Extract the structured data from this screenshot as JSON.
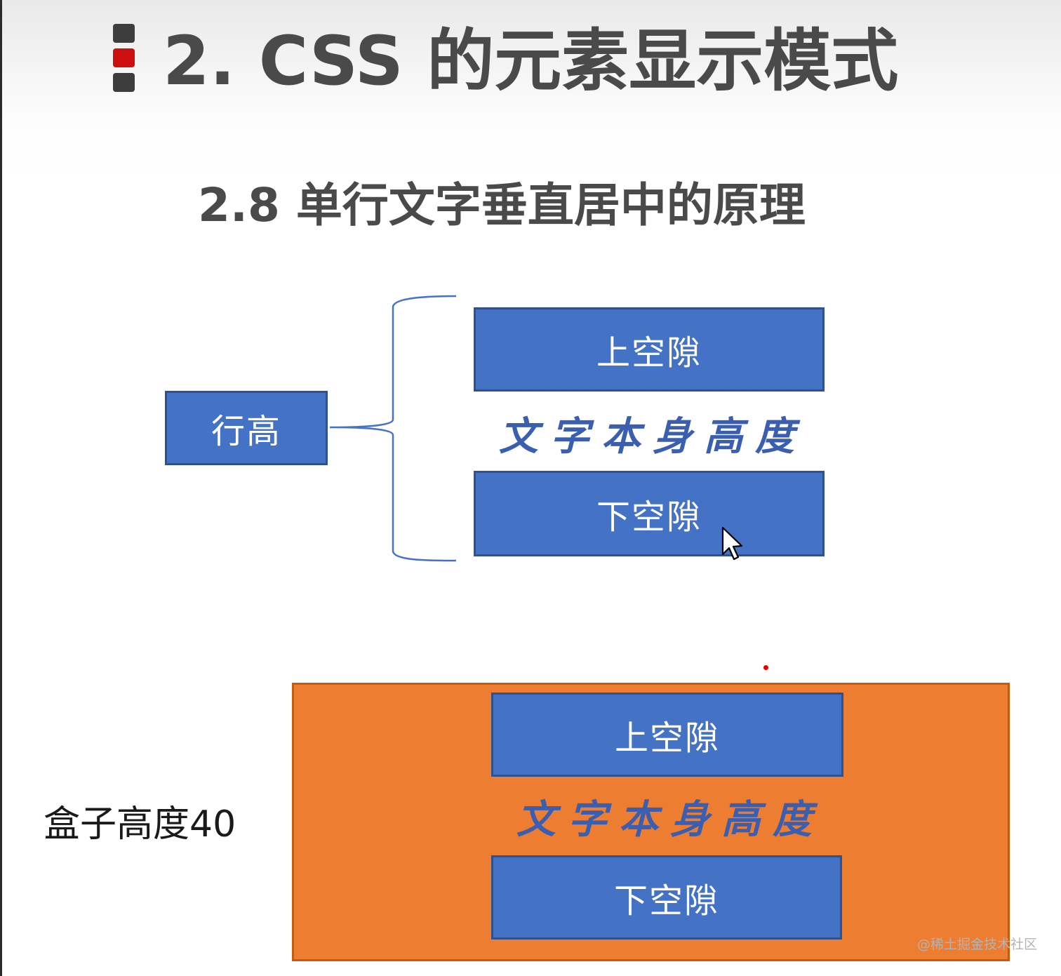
{
  "slide": {
    "title": "2. CSS 的元素显示模式",
    "subtitle": "2.8 单行文字垂直居中的原理"
  },
  "diagram_top": {
    "line_height_label": "行高",
    "upper_gap_label": "上空隙",
    "text_height_label": "文字本身高度",
    "lower_gap_label": "下空隙"
  },
  "diagram_bottom": {
    "box_height_label": "盒子高度40",
    "upper_gap_label": "上空隙",
    "text_height_label": "文字本身高度",
    "lower_gap_label": "下空隙"
  },
  "watermark": "@稀土掘金技术社区",
  "colors": {
    "box_blue": "#4472c4",
    "box_blue_border": "#2f528f",
    "box_orange": "#ed7d31",
    "text_blue": "#3a5fb0",
    "title_gray": "#4a4a4a",
    "marker_red": "#cc1010"
  },
  "icons": [
    "mouse-cursor-icon"
  ]
}
